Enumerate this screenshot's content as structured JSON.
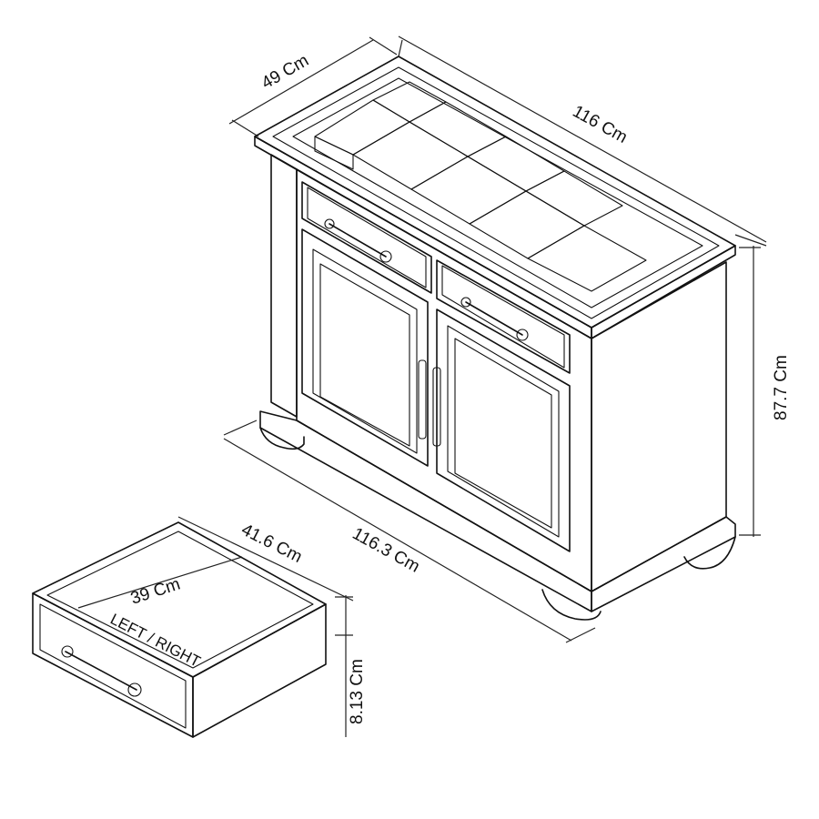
{
  "cabinet": {
    "dims": {
      "depth": "49 Cm",
      "width_top": "116 Cm",
      "width_base": "116.3 Cm",
      "height": "87.7 Cm"
    }
  },
  "drawer": {
    "dims": {
      "outer_depth": "41.6 Cm",
      "inner_depth": "39 Cm",
      "height": "8.13 Cm"
    },
    "note": "LEFT / RIGHT"
  }
}
